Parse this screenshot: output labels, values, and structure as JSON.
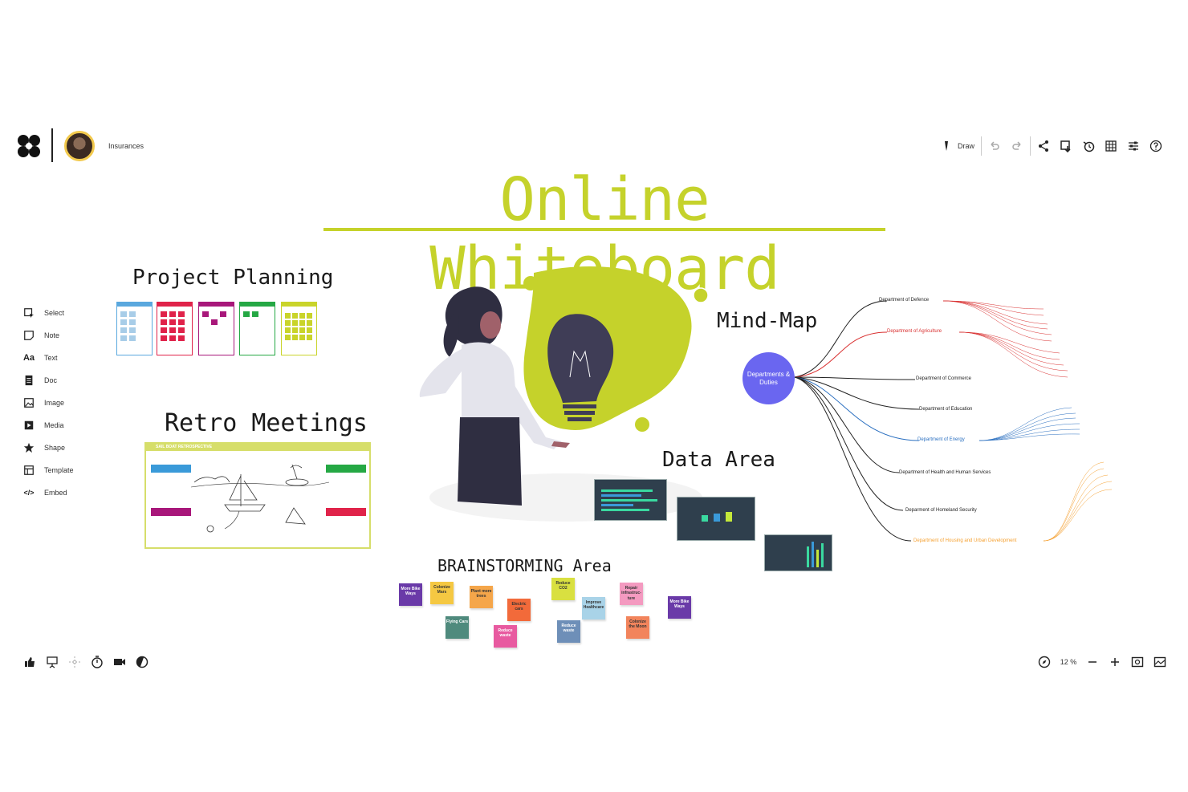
{
  "header": {
    "board_name": "Insurances",
    "draw_label": "Draw"
  },
  "tools": [
    {
      "label": "Select",
      "icon": "select-icon"
    },
    {
      "label": "Note",
      "icon": "note-icon"
    },
    {
      "label": "Text",
      "icon": "text-icon",
      "glyph": "Aa"
    },
    {
      "label": "Doc",
      "icon": "doc-icon"
    },
    {
      "label": "Image",
      "icon": "image-icon"
    },
    {
      "label": "Media",
      "icon": "media-icon"
    },
    {
      "label": "Shape",
      "icon": "star-icon"
    },
    {
      "label": "Template",
      "icon": "template-icon"
    },
    {
      "label": "Embed",
      "icon": "embed-icon",
      "glyph": "</>"
    }
  ],
  "zoom": {
    "level": "12 %"
  },
  "canvas": {
    "main_title": "Online Whiteboard",
    "sections": {
      "project_planning": "Project Planning",
      "retro_meetings": "Retro Meetings",
      "mind_map": "Mind-Map",
      "data_area": "Data Area",
      "brainstorming": "BRAINSTORMING Area"
    },
    "retro": {
      "board_title": "SAIL BOAT RETROSPECTIVE"
    },
    "mind_map": {
      "center": "Departments & Duties",
      "branches": [
        {
          "label": "Department of Defence",
          "color": "#222222"
        },
        {
          "label": "Department of Agriculture",
          "color": "#d93030"
        },
        {
          "label": "Department of Commerce",
          "color": "#222222"
        },
        {
          "label": "Department of Education",
          "color": "#222222"
        },
        {
          "label": "Department of Energy",
          "color": "#2a6fc0"
        },
        {
          "label": "Department of Health and Human Services",
          "color": "#222222"
        },
        {
          "label": "Deparment of Homeland Security",
          "color": "#222222"
        },
        {
          "label": "Department of Housing and Urban Development",
          "color": "#f5a030"
        }
      ]
    },
    "stickies": [
      {
        "text": "More Bike Ways",
        "color": "#6a3aa8",
        "fg": "#ffffff"
      },
      {
        "text": "Colonize Mars",
        "color": "#f5c842",
        "fg": "#333333"
      },
      {
        "text": "Plant more trees",
        "color": "#f5a64a",
        "fg": "#333333"
      },
      {
        "text": "Electric cars",
        "color": "#f26a3a",
        "fg": "#333333"
      },
      {
        "text": "Flying Cars",
        "color": "#4f8a7d",
        "fg": "#ffffff"
      },
      {
        "text": "Reduce waste",
        "color": "#e85aa0",
        "fg": "#ffffff"
      },
      {
        "text": "Improve Healthcare",
        "color": "#a9d3e8",
        "fg": "#333333"
      },
      {
        "text": "Reduce CO2",
        "color": "#d9e040",
        "fg": "#333333"
      },
      {
        "text": "Reduce waste",
        "color": "#6e8fb8",
        "fg": "#ffffff"
      },
      {
        "text": "Repair infrastruc-ture",
        "color": "#f49ac0",
        "fg": "#333333"
      },
      {
        "text": "Colonize the Moon",
        "color": "#f2845c",
        "fg": "#333333"
      },
      {
        "text": "More Bike Ways",
        "color": "#6a3aa8",
        "fg": "#ffffff"
      }
    ]
  }
}
